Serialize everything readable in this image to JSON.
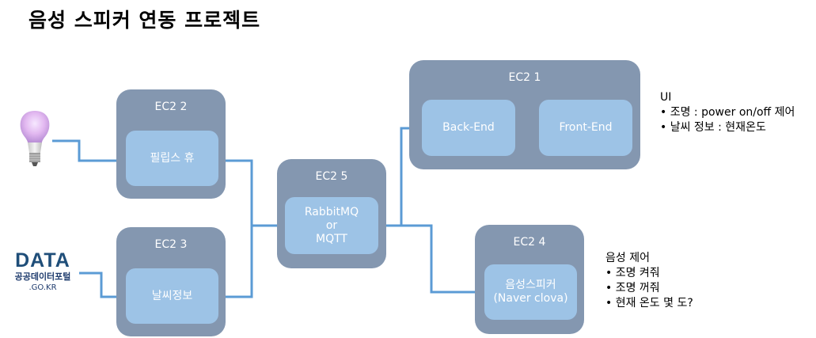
{
  "title": "음성 스피커 연동 프로젝트",
  "nodes": {
    "ec2_1": {
      "label": "EC2 1",
      "inner": [
        "Back-End",
        "Front-End"
      ]
    },
    "ec2_2": {
      "label": "EC2 2",
      "inner": "필립스 휴"
    },
    "ec2_3": {
      "label": "EC2 3",
      "inner": "날씨정보"
    },
    "ec2_4": {
      "label": "EC2 4",
      "inner": "음성스피커\n(Naver clova)"
    },
    "ec2_5": {
      "label": "EC2 5",
      "inner": "RabbitMQ\nor\nMQTT"
    }
  },
  "notes_ui": {
    "heading": "UI",
    "items": [
      "조명 : power on/off 제어",
      "날씨 정보 : 현재온도"
    ]
  },
  "notes_voice": {
    "heading": "음성 제어",
    "items": [
      "조명 켜줘",
      "조명 꺼줘",
      "현재 온도 몇 도?"
    ]
  },
  "data_logo": {
    "big": "DATA",
    "mid": "공공데이터포털",
    "small": ".GO.KR"
  },
  "colors": {
    "box": "#8497b0",
    "inner": "#9dc3e6",
    "connector": "#5b9bd5"
  }
}
